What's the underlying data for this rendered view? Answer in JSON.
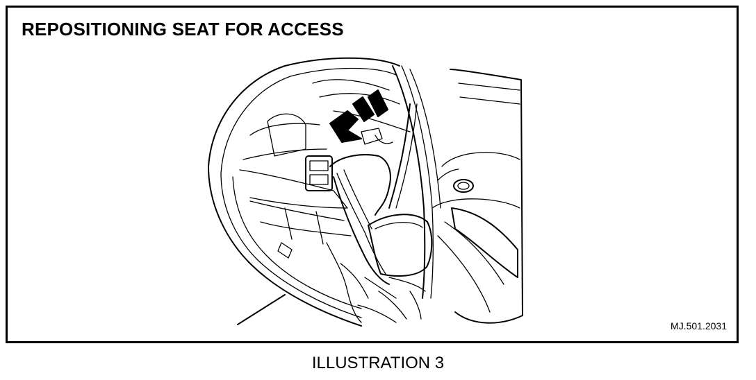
{
  "figure": {
    "title": "REPOSITIONING SEAT FOR ACCESS",
    "reference_code": "MJ.501.2031",
    "caption": "ILLUSTRATION 3",
    "illustration_description": "Line drawing of a vehicle rear seat cushion being folded forward through an open rear door, with arrows indicating forward movement"
  }
}
